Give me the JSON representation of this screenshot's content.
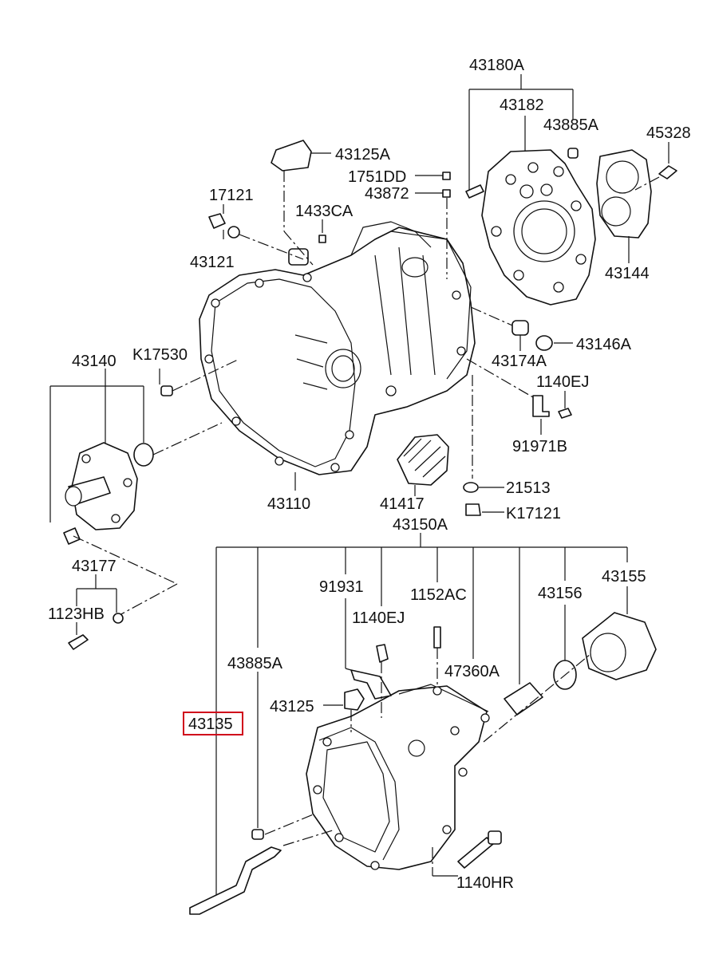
{
  "labels": {
    "l43180A": "43180A",
    "l43182": "43182",
    "l43885A_top": "43885A",
    "l45328": "45328",
    "l43125A": "43125A",
    "l1751DD": "1751DD",
    "l43872": "43872",
    "l17121": "17121",
    "l1433CA": "1433CA",
    "l43121": "43121",
    "l43144": "43144",
    "l43140": "43140",
    "lK17530": "K17530",
    "l43174A": "43174A",
    "l43146A": "43146A",
    "l1140EJ_top": "1140EJ",
    "l91971B": "91971B",
    "l43110": "43110",
    "l41417": "41417",
    "l21513": "21513",
    "lK17121": "K17121",
    "l43150A": "43150A",
    "l43177": "43177",
    "l91931": "91931",
    "l1152AC": "1152AC",
    "l43155": "43155",
    "l43156": "43156",
    "l1140EJ_mid": "1140EJ",
    "l1123HB": "1123HB",
    "l43885A_mid": "43885A",
    "l47360A": "47360A",
    "l43125": "43125",
    "l43135": "43135",
    "l1140HR": "1140HR"
  },
  "highlight": {
    "part": "43135",
    "color": "#d0021b"
  }
}
